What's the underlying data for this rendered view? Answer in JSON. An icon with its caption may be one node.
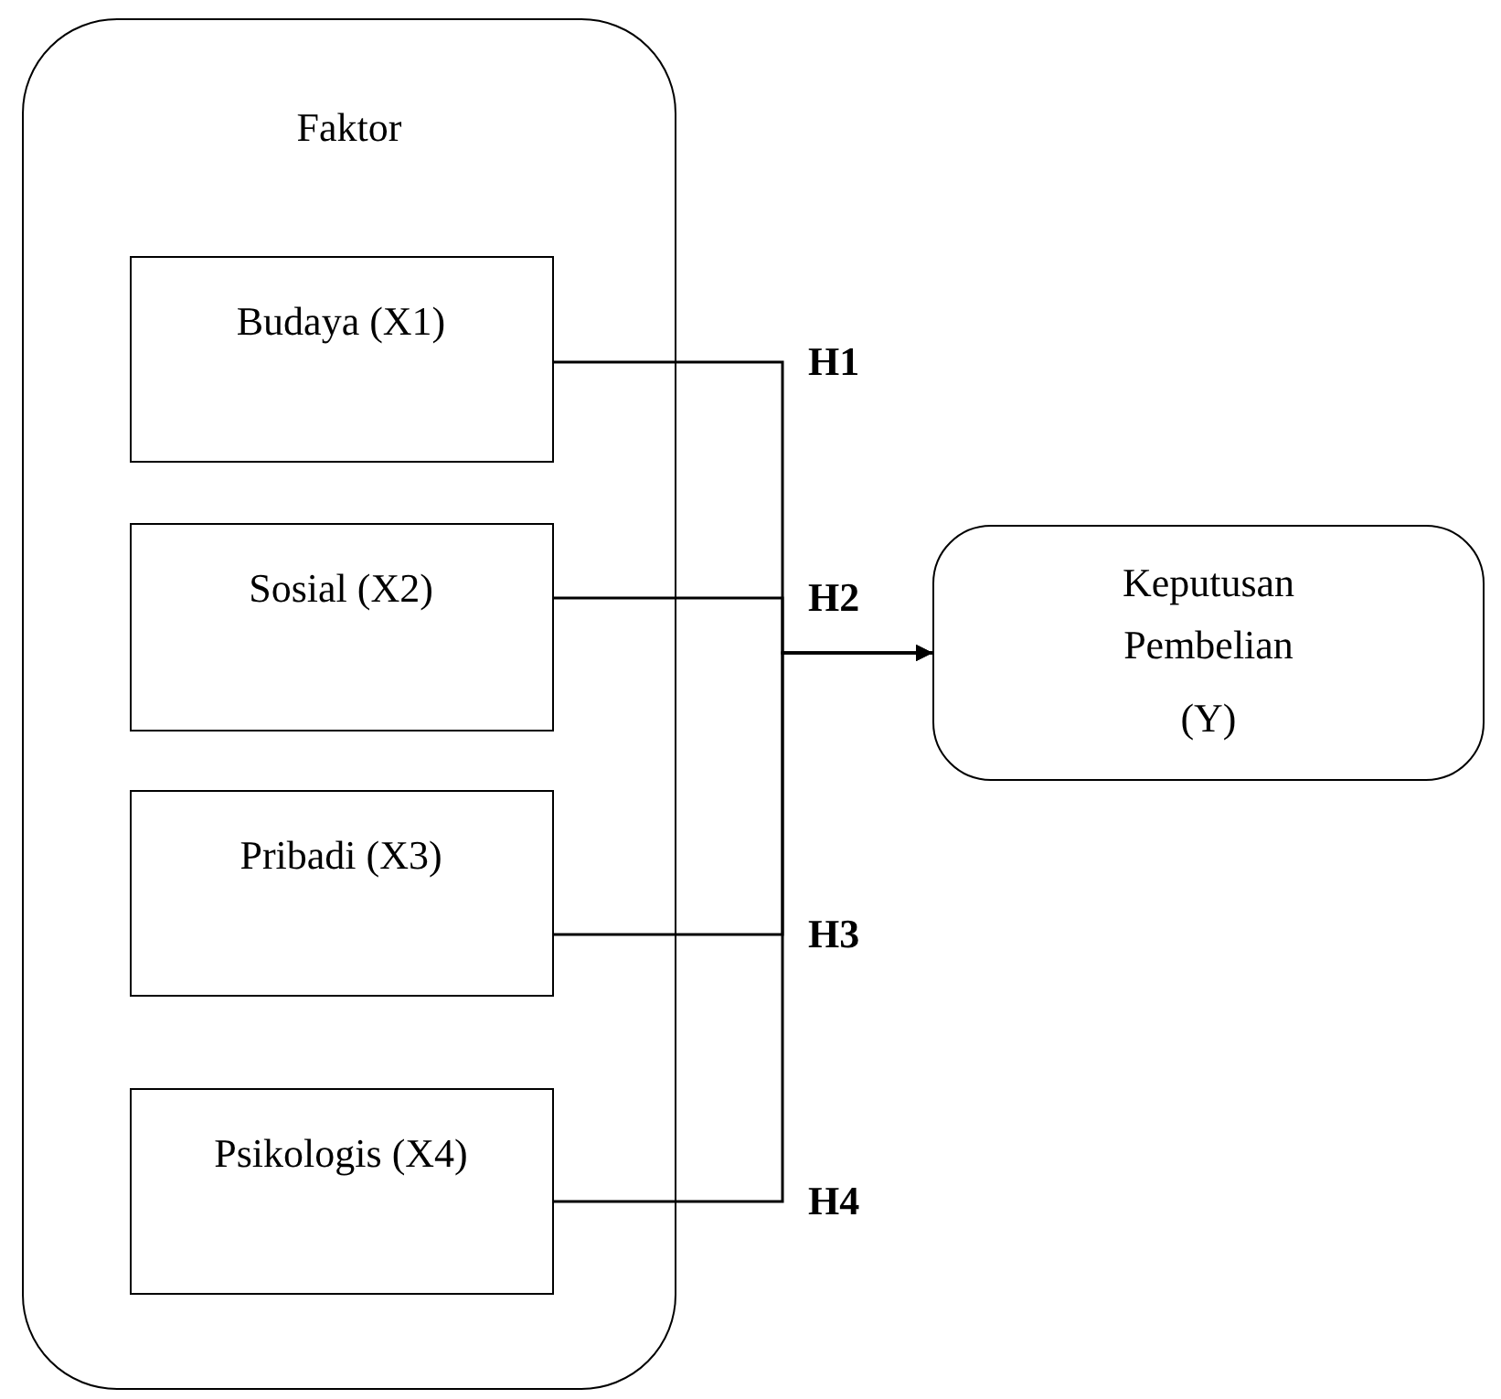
{
  "diagram": {
    "nodes": [
      {
        "text": [
          "Faktor"
        ]
      },
      {
        "text": [
          "Budaya (X1)"
        ],
        "in": 0
      },
      {
        "text": [
          "Sosial (X2)"
        ],
        "in": 0
      },
      {
        "text": [
          "Pribadi (X3)"
        ],
        "in": 0
      },
      {
        "text": [
          "Psikologis (X4)"
        ],
        "in": 0
      },
      {
        "text": [
          "Keputusan Pembelian",
          "(Y)"
        ]
      }
    ],
    "edges": [
      {
        "from": 1,
        "to": 5,
        "arrow": "to",
        "label": "H1"
      },
      {
        "from": 2,
        "to": 5,
        "arrow": "to",
        "label": "H2"
      },
      {
        "from": 3,
        "to": 5,
        "arrow": "to",
        "label": "H3"
      },
      {
        "from": 4,
        "to": 5,
        "arrow": "to",
        "label": "H4"
      }
    ]
  }
}
